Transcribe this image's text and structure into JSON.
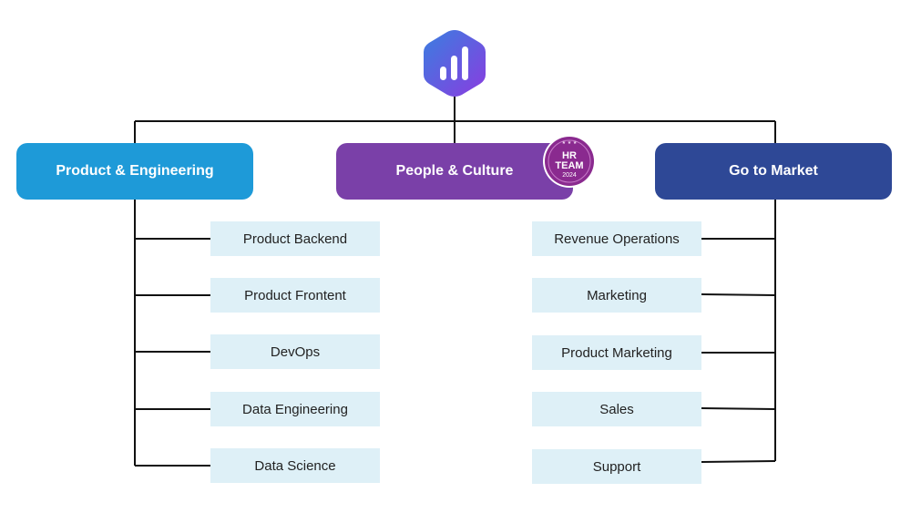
{
  "logo": {
    "icon": "bar-chart-hexagon-icon",
    "gradient": [
      "#3a7ee0",
      "#8a3ce0"
    ]
  },
  "departments": {
    "product_engineering": {
      "label": "Product & Engineering",
      "color": "#1e9ad8",
      "teams": [
        "Product Backend",
        "Product Frontent",
        "DevOps",
        "Data Engineering",
        "Data Science"
      ]
    },
    "people_culture": {
      "label": "People & Culture",
      "color": "#7a40a8",
      "badge": {
        "line1": "HR",
        "line2": "TEAM",
        "year": "2024",
        "icon": "award-badge-icon"
      }
    },
    "go_to_market": {
      "label": "Go to Market",
      "color": "#2e4896",
      "teams": [
        "Revenue Operations",
        "Marketing",
        "Product Marketing",
        "Sales",
        "Support"
      ]
    }
  }
}
